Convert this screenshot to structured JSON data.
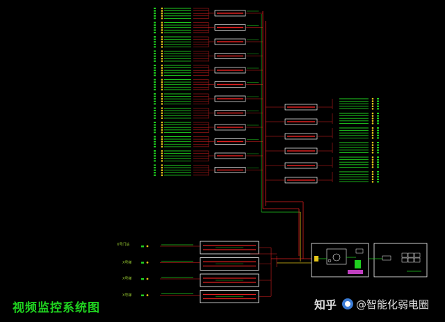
{
  "diagram": {
    "title": "视频监控系统图",
    "left_labels": [
      "X号门站",
      "X号梯",
      "X号梯",
      "X号梯"
    ]
  },
  "watermark": {
    "site": "知乎",
    "author": "@智能化弱电圈"
  },
  "colors": {
    "background": "#000000",
    "wire_red": "#e02020",
    "wire_green": "#22cc22",
    "wire_yellow": "#e6c619",
    "camera_green": "#1fd11f",
    "device_white": "#ffffff",
    "title_green": "#1fd11f",
    "magenta": "#c040c0"
  }
}
